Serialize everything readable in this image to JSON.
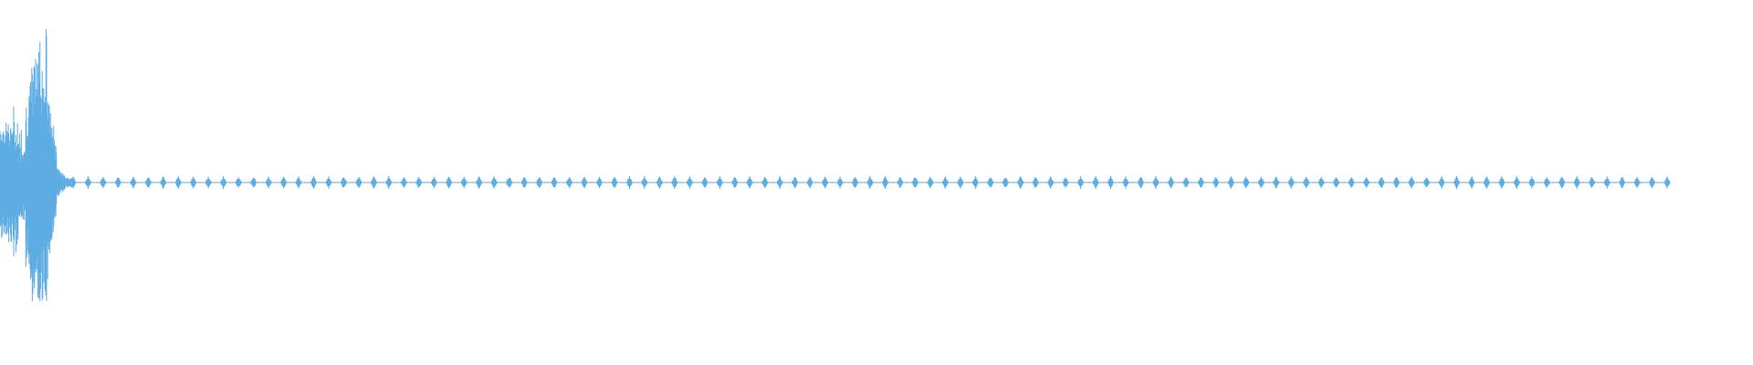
{
  "waveform": {
    "color": "#5dade2",
    "background": "#ffffff",
    "played_fraction": 0,
    "total_fraction_with_audio": 0.951,
    "burst": {
      "description_free": true,
      "onset_fraction": 0.0,
      "end_fraction": 0.037
    },
    "tail": {
      "pulse_count": 106,
      "pulse_amplitude": 0.035
    }
  }
}
